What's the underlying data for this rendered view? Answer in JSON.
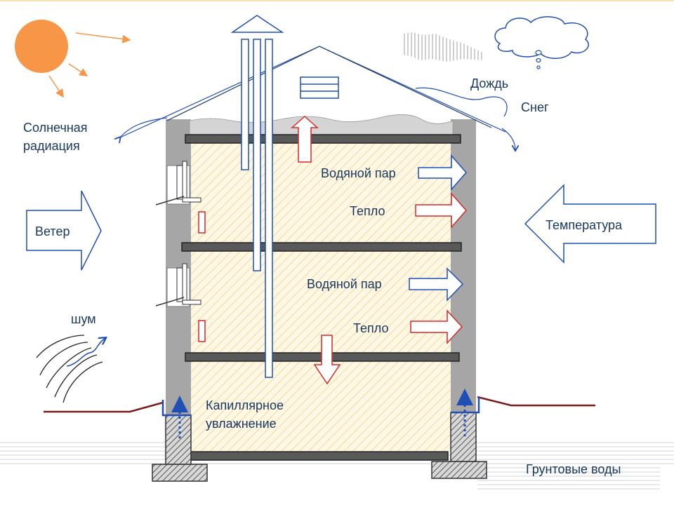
{
  "labels": {
    "solar_line1": "Солнечная",
    "solar_line2": "радиация",
    "rain": "Дождь",
    "snow": "Снег",
    "wind": "Ветер",
    "noise": "шум",
    "temperature": "Температура",
    "vapor_upper": "Водяной пар",
    "heat_upper": "Тепло",
    "vapor_lower": "Водяной пар",
    "heat_lower": "Тепло",
    "capillary_line1": "Капиллярное",
    "capillary_line2": "увлажнение",
    "groundwater": "Грунтовые воды"
  },
  "colors": {
    "sun": "#f79646",
    "blue": "#1f4fb5",
    "red": "#d42a2a",
    "wall": "#a6a6a6",
    "slab": "#595959",
    "ground": "#7b1c1c",
    "text": "#17375e"
  }
}
